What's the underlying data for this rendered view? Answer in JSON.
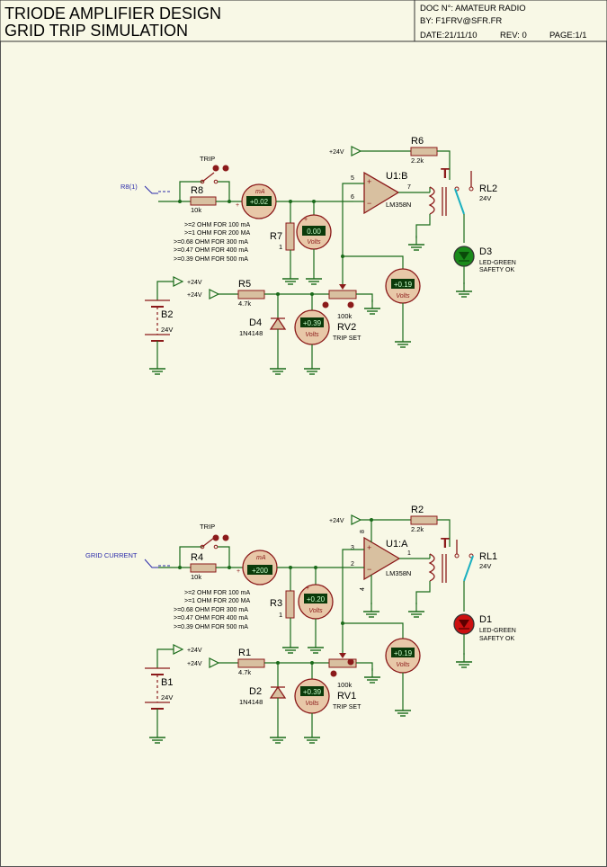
{
  "title_block": {
    "title_line1": "TRIODE AMPLIFIER DESIGN",
    "title_line2": "GRID TRIP SIMULATION",
    "doc": "DOC N°: AMATEUR RADIO",
    "by": "BY:  F1FRV@SFR.FR",
    "date": "DATE:21/11/10",
    "rev": "REV: 0",
    "page": "PAGE:1/1"
  },
  "colors": {
    "wire": "#1a6b1a",
    "component": "#8b1a1a",
    "meter_face": "#e8c8a8",
    "display": "#0a3a0a",
    "display_text": "#ccffcc",
    "relay_arm": "#1ab0c0",
    "label": "#000000",
    "net": "#2a2aaa",
    "led_ok": "#1a8a1a",
    "led_fault": "#cc1010"
  },
  "circuit_top": {
    "input_label": "R8(1)",
    "trip_label": "TRIP",
    "r_shunt": {
      "name": "R8",
      "value": "10k"
    },
    "r_sense": {
      "name": "R7",
      "value": "1"
    },
    "r_feedback": {
      "name": "R6",
      "value": "2.2k"
    },
    "r_series": {
      "name": "R5",
      "value": "4.7k"
    },
    "pot": {
      "name": "RV2",
      "value": "100k",
      "note": "TRIP SET"
    },
    "diode": {
      "name": "D4",
      "part": "1N4148"
    },
    "battery": {
      "name": "B2",
      "value": "24V"
    },
    "opamp": {
      "name": "U1:B",
      "part": "LM358N",
      "pin_plus": "5",
      "pin_minus": "6",
      "pin_out": "7"
    },
    "relay": {
      "name": "RL2",
      "value": "24V"
    },
    "led": {
      "name": "D3",
      "line1": "LED-GREEN",
      "line2": "SAFETY OK"
    },
    "supply_labels": [
      "+24V",
      "+24V",
      "+24V"
    ],
    "ammeter": {
      "unit": "mA",
      "reading": "+0.02"
    },
    "vm_sense": {
      "unit": "Volts",
      "reading": "0.00"
    },
    "vm_trip": {
      "unit": "Volts",
      "reading": "+0.19"
    },
    "vm_diode": {
      "unit": "Volts",
      "reading": "+0.39"
    },
    "notes": [
      ">=2 OHM FOR 100 mA",
      ">=1 OHM FOR 200 MA",
      ">=0.68 OHM FOR 300 mA",
      ">=0.47 OHM FOR 400 mA",
      ">=0.39 OHM FOR 500 mA"
    ]
  },
  "circuit_bottom": {
    "input_label": "GRID CURRENT",
    "trip_label": "TRIP",
    "r_shunt": {
      "name": "R4",
      "value": "10k"
    },
    "r_sense": {
      "name": "R3",
      "value": "1"
    },
    "r_feedback": {
      "name": "R2",
      "value": "2.2k"
    },
    "r_series": {
      "name": "R1",
      "value": "4.7k"
    },
    "pot": {
      "name": "RV1",
      "value": "100k",
      "note": "TRIP SET"
    },
    "diode": {
      "name": "D2",
      "part": "1N4148"
    },
    "battery": {
      "name": "B1",
      "value": "24V"
    },
    "opamp": {
      "name": "U1:A",
      "part": "LM358N",
      "pin_plus": "3",
      "pin_minus": "2",
      "pin_out": "1",
      "pin_vcc": "8",
      "pin_gnd": "4"
    },
    "relay": {
      "name": "RL1",
      "value": "24V"
    },
    "led": {
      "name": "D1",
      "line1": "LED-GREEN",
      "line2": "SAFETY OK"
    },
    "supply_labels": [
      "+24V",
      "+24V",
      "+24V"
    ],
    "ammeter": {
      "unit": "mA",
      "reading": "+200"
    },
    "vm_sense": {
      "unit": "Volts",
      "reading": "+0.20"
    },
    "vm_trip": {
      "unit": "Volts",
      "reading": "+0.19"
    },
    "vm_diode": {
      "unit": "Volts",
      "reading": "+0.39"
    },
    "notes": [
      ">=2 OHM FOR 100 mA",
      ">=1 OHM FOR 200 MA",
      ">=0.68 OHM FOR 300 mA",
      ">=0.47 OHM FOR 400 mA",
      ">=0.39 OHM FOR 500 mA"
    ]
  }
}
